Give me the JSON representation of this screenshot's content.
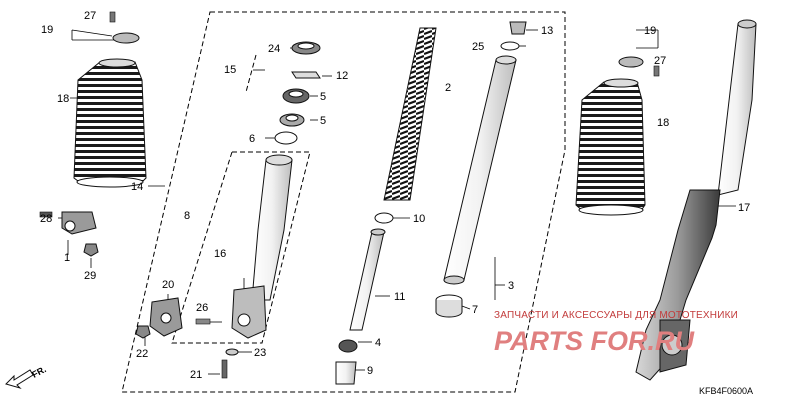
{
  "callouts": {
    "n1": "1",
    "n2": "2",
    "n3": "3",
    "n4": "4",
    "n5": "5",
    "n6": "6",
    "n7": "7",
    "n8": "8",
    "n9": "9",
    "n10": "10",
    "n11": "11",
    "n12": "12",
    "n13": "13",
    "n14": "14",
    "n15": "15",
    "n16": "16",
    "n17": "17",
    "n18_left": "18",
    "n18_right": "18",
    "n19_left": "19",
    "n19_right": "19",
    "n20": "20",
    "n21": "21",
    "n22": "22",
    "n23": "23",
    "n24": "24",
    "n25_top": "25",
    "n26": "26",
    "n27_left": "27",
    "n27_right": "27",
    "n28": "28",
    "n29": "29"
  },
  "watermark": {
    "caption": "ЗАПЧАСТИ И АКСЕССУАРЫ ДЛЯ МОТОТЕХНИКИ",
    "logo": "PARTS FOR.RU"
  },
  "diagram_code": "KFB4F0600A",
  "direction_label": "FR."
}
